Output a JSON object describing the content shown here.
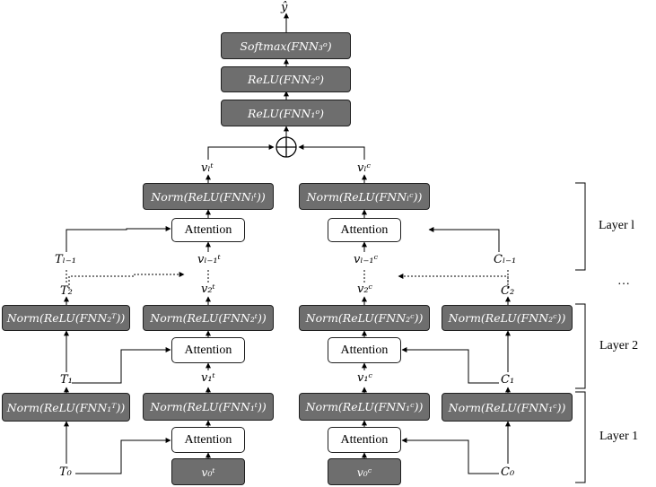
{
  "output": {
    "y_hat": "ŷ",
    "softmax": "Softmax(FNN₃ᵒ)",
    "relu2": "ReLU(FNN₂ᵒ)",
    "relu1": "ReLU(FNN₁ᵒ)",
    "oplus": "⊕"
  },
  "top": {
    "v_l_t": "vₗᵗ",
    "v_l_c": "vₗᶜ"
  },
  "layer_l": {
    "norm_t": "Norm(ReLU(FNNₗᵗ))",
    "norm_c": "Norm(ReLU(FNNₗᶜ))",
    "attn_t": "Attention",
    "attn_c": "Attention",
    "T_lm1": "Tₗ₋₁",
    "v_lm1_t": "vₗ₋₁ᵗ",
    "v_lm1_c": "vₗ₋₁ᶜ",
    "C_lm1": "Cₗ₋₁",
    "label": "Layer l"
  },
  "mid": {
    "T2": "T₂",
    "v2_t": "v₂ᵗ",
    "v2_c": "v₂ᶜ",
    "C2": "C₂",
    "ellipsis": "…"
  },
  "layer_2": {
    "norm_T": "Norm(ReLU(FNN₂ᵀ))",
    "norm_t": "Norm(ReLU(FNN₂ᵗ))",
    "norm_c": "Norm(ReLU(FNN₂ᶜ))",
    "norm_C": "Norm(ReLU(FNN₂ᶜ))",
    "attn_t": "Attention",
    "attn_c": "Attention",
    "T1": "T₁",
    "v1_t": "v₁ᵗ",
    "v1_c": "v₁ᶜ",
    "C1": "C₁",
    "label": "Layer 2"
  },
  "layer_1": {
    "norm_T": "Norm(ReLU(FNN₁ᵀ))",
    "norm_t": "Norm(ReLU(FNN₁ᵗ))",
    "norm_c": "Norm(ReLU(FNN₁ᶜ))",
    "norm_C": "Norm(ReLU(FNN₁ᶜ))",
    "attn_t": "Attention",
    "attn_c": "Attention",
    "T0": "T₀",
    "v0_t": "v₀ᵗ",
    "v0_c": "v₀ᶜ",
    "C0": "C₀",
    "label": "Layer 1"
  }
}
